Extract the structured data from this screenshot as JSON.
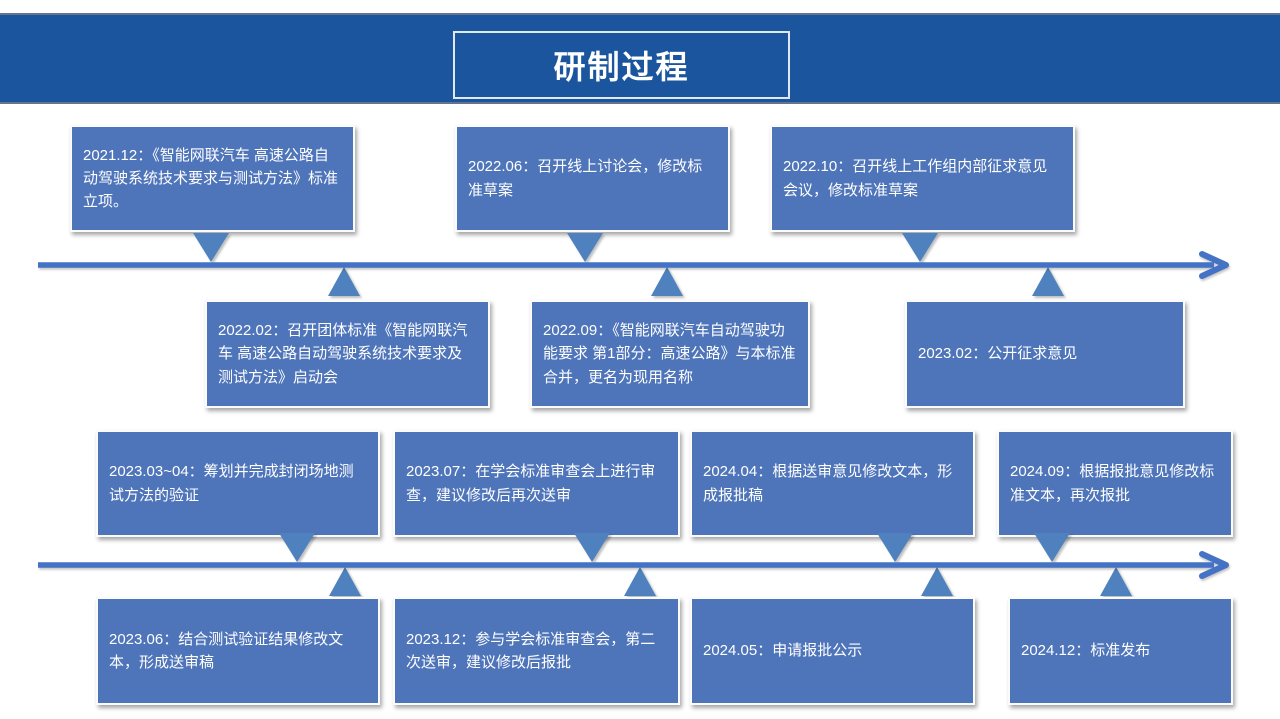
{
  "header": {
    "title": "研制过程"
  },
  "colors": {
    "banner": "#1A559E",
    "banner-edge": "#64748F",
    "box": "#4E74BA",
    "line": "#4472C4",
    "tri": "#4E81BD"
  },
  "timeline1": {
    "above": [
      {
        "text": "2021.12：《智能网联汽车 高速公路自动驾驶系统技术要求与测试方法》标准立项。"
      },
      {
        "text": "2022.06：召开线上讨论会，修改标准草案"
      },
      {
        "text": "2022.10：召开线上工作组内部征求意见会议，修改标准草案"
      }
    ],
    "below": [
      {
        "text": "2022.02：召开团体标准《智能网联汽车 高速公路自动驾驶系统技术要求及测试方法》启动会"
      },
      {
        "text": "2022.09：《智能网联汽车自动驾驶功能要求 第1部分：高速公路》与本标准合并，更名为现用名称"
      },
      {
        "text": "2023.02：公开征求意见"
      }
    ]
  },
  "timeline2": {
    "above": [
      {
        "text": "2023.03~04：筹划并完成封闭场地测试方法的验证"
      },
      {
        "text": "2023.07：在学会标准审查会上进行审查，建议修改后再次送审"
      },
      {
        "text": "2024.04：根据送审意见修改文本，形成报批稿"
      },
      {
        "text": "2024.09：根据报批意见修改标准文本，再次报批"
      }
    ],
    "below": [
      {
        "text": "2023.06：结合测试验证结果修改文本，形成送审稿"
      },
      {
        "text": "2023.12：参与学会标准审查会，第二次送审，建议修改后报批"
      },
      {
        "text": "2024.05：申请报批公示"
      },
      {
        "text": "2024.12：标准发布"
      }
    ]
  }
}
